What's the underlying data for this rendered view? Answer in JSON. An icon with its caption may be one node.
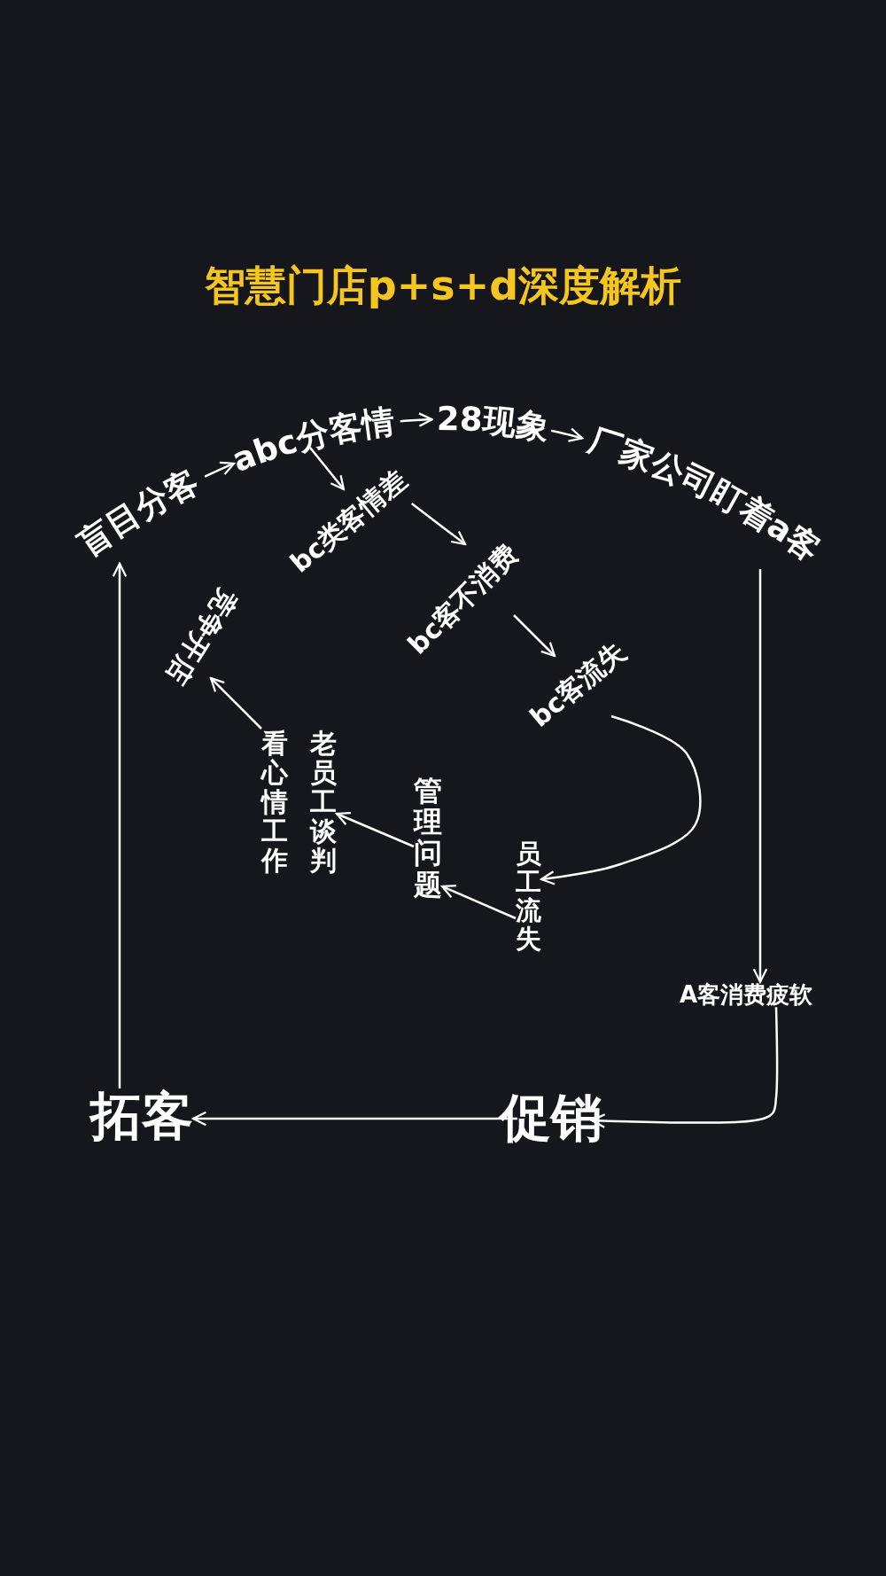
{
  "diagram": {
    "title": "智慧门店p+s+d深度解析",
    "nodes": [
      {
        "text": [
          "盲目分客"
        ]
      },
      {
        "text": [
          "abc分客情"
        ]
      },
      {
        "text": [
          "28现象"
        ]
      },
      {
        "text": [
          "厂家公司盯着a客"
        ]
      },
      {
        "text": [
          "bc类客情差"
        ]
      },
      {
        "text": [
          "bc客不消费"
        ]
      },
      {
        "text": [
          "bc客流失"
        ]
      },
      {
        "text": [
          "员工流失"
        ]
      },
      {
        "text": [
          "管理问题"
        ]
      },
      {
        "text": [
          "老员工谈判"
        ]
      },
      {
        "text": [
          "看心情工作"
        ]
      },
      {
        "text": [
          "竞争开店"
        ]
      },
      {
        "text": [
          "A客消费疲软"
        ]
      },
      {
        "text": [
          "促销"
        ]
      },
      {
        "text": [
          "拓客"
        ]
      }
    ],
    "edges": [
      {
        "from": 0,
        "to": 1,
        "arrow": "to"
      },
      {
        "from": 1,
        "to": 2,
        "arrow": "to"
      },
      {
        "from": 2,
        "to": 3,
        "arrow": "to"
      },
      {
        "from": 1,
        "to": 4,
        "arrow": "to"
      },
      {
        "from": 4,
        "to": 5,
        "arrow": "to"
      },
      {
        "from": 5,
        "to": 6,
        "arrow": "to"
      },
      {
        "from": 6,
        "to": 7,
        "arrow": "to"
      },
      {
        "from": 7,
        "to": 8,
        "arrow": "to"
      },
      {
        "from": 8,
        "to": 9,
        "arrow": "to"
      },
      {
        "from": 10,
        "to": 11,
        "arrow": "to"
      },
      {
        "from": 3,
        "to": 12,
        "arrow": "to"
      },
      {
        "from": 12,
        "to": 13,
        "arrow": "to"
      },
      {
        "from": 13,
        "to": 14,
        "arrow": "to"
      },
      {
        "from": 14,
        "to": 0,
        "arrow": "to"
      }
    ]
  }
}
